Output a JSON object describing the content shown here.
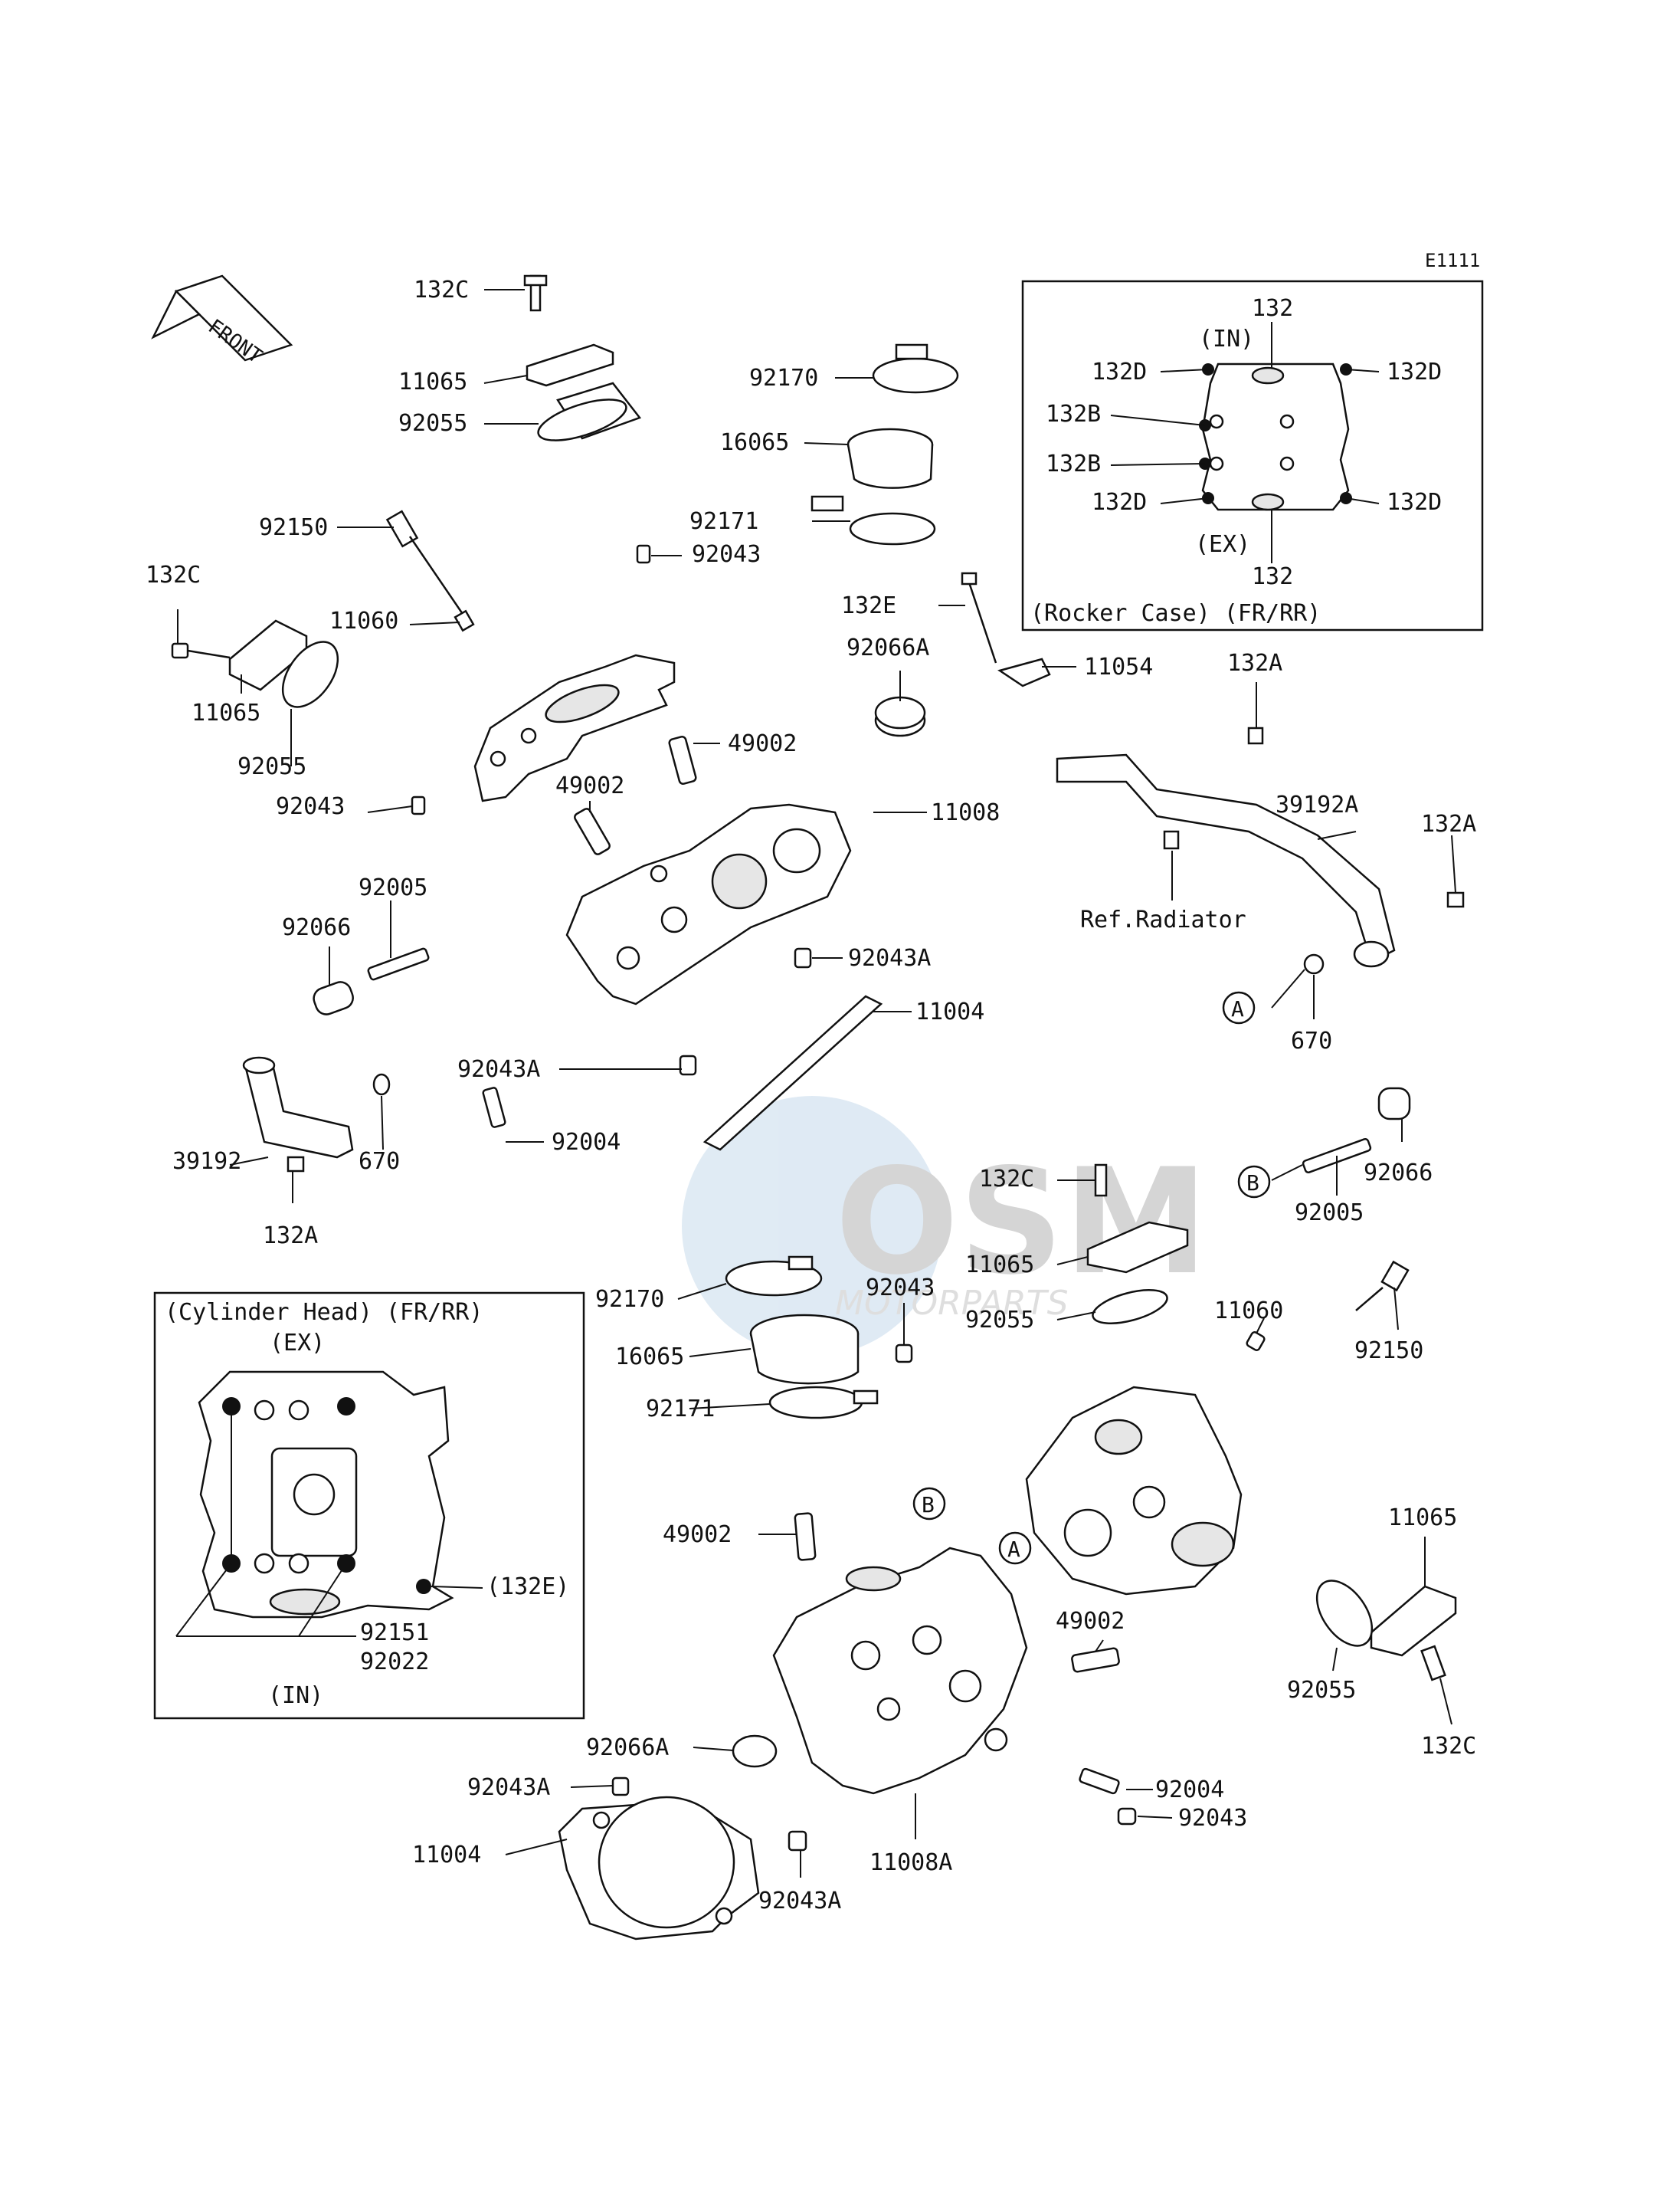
{
  "diagram": {
    "code": "E1111",
    "front_label": "FRONT",
    "watermark": {
      "brand": "OSM",
      "sub": "MOTORPARTS"
    }
  },
  "rocker_inset": {
    "title": "(Rocker Case) (FR/RR)",
    "in_label": "(IN)",
    "ex_label": "(EX)",
    "labels": [
      "132",
      "132D",
      "132D",
      "132B",
      "132B",
      "132D",
      "132D",
      "132"
    ]
  },
  "cylinder_inset": {
    "title": "(Cylinder Head) (FR/RR)",
    "ex_label": "(EX)",
    "in_label": "(IN)",
    "labels": [
      "(132E)",
      "92151",
      "92022"
    ]
  },
  "callouts": [
    "132C",
    "11065",
    "92055",
    "92150",
    "132C",
    "11060",
    "11065",
    "92055",
    "92043",
    "92005",
    "92066",
    "39192",
    "132A",
    "670",
    "92043A",
    "92004",
    "92170",
    "16065",
    "92171",
    "92043",
    "132E",
    "92066A",
    "49002",
    "49002",
    "11008",
    "92043A",
    "11004",
    "11054",
    "132A",
    "39192A",
    "132A",
    "Ref.Radiator",
    "670",
    "92066",
    "92005",
    "132C",
    "11065",
    "92055",
    "92043",
    "92170",
    "16065",
    "92171",
    "11060",
    "92150",
    "49002",
    "49002",
    "11065",
    "92055",
    "132C",
    "92066A",
    "92043A",
    "11004",
    "92043A",
    "11008A",
    "92004",
    "92043"
  ],
  "markers": [
    "A",
    "B",
    "B",
    "A"
  ]
}
